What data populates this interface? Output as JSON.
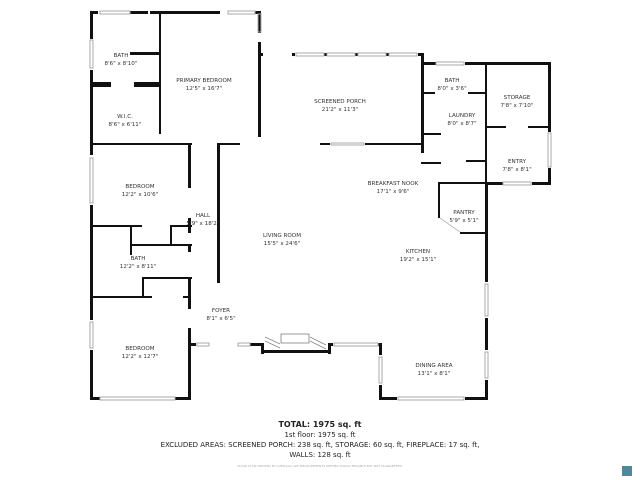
{
  "rooms": [
    {
      "name": "BATH",
      "dims": "8'6\" x 8'10\""
    },
    {
      "name": "PRIMARY BEDROOM",
      "dims": "12'5\" x 16'7\""
    },
    {
      "name": "W.I.C.",
      "dims": "8'6\" x 6'11\""
    },
    {
      "name": "SCREENED PORCH",
      "dims": "21'2\" x 11'3\""
    },
    {
      "name": "BATH",
      "dims": "8'0\" x 3'6\""
    },
    {
      "name": "STORAGE",
      "dims": "7'8\" x 7'10\""
    },
    {
      "name": "LAUNDRY",
      "dims": "8'0\" x 8'7\""
    },
    {
      "name": "ENTRY",
      "dims": "7'8\" x 8'1\""
    },
    {
      "name": "BEDROOM",
      "dims": "12'2\" x 10'6\""
    },
    {
      "name": "BREAKFAST NOOK",
      "dims": "17'1\" x 9'6\""
    },
    {
      "name": "HALL",
      "dims": "5'9\" x 18'2\""
    },
    {
      "name": "PANTRY",
      "dims": "5'9\" x 5'1\""
    },
    {
      "name": "LIVING ROOM",
      "dims": "15'5\" x 24'6\""
    },
    {
      "name": "KITCHEN",
      "dims": "19'2\" x 15'1\""
    },
    {
      "name": "BATH",
      "dims": "12'2\" x 8'11\""
    },
    {
      "name": "FOYER",
      "dims": "8'1\" x 6'5\""
    },
    {
      "name": "BEDROOM",
      "dims": "12'2\" x 12'7\""
    },
    {
      "name": "DINING AREA",
      "dims": "13'1\" x 8'1\""
    }
  ],
  "summary": {
    "total": "TOTAL: 1975 sq. ft",
    "floor": "1st floor: 1975 sq. ft",
    "excluded": "EXCLUDED AREAS: SCREENED PORCH: 238 sq. ft, STORAGE: 60 sq. ft, FIREPLACE: 17 sq. ft,",
    "walls": "WALLS: 128 sq. ft"
  },
  "disclaimer": "FLOOR PLAN CREATED BY CUBICASA APP. MEASUREMENTS DEEMED HIGHLY RELIABLE BUT NOT GUARANTEED.",
  "colors": {
    "wall": "#111111",
    "window": "#cccccc"
  }
}
